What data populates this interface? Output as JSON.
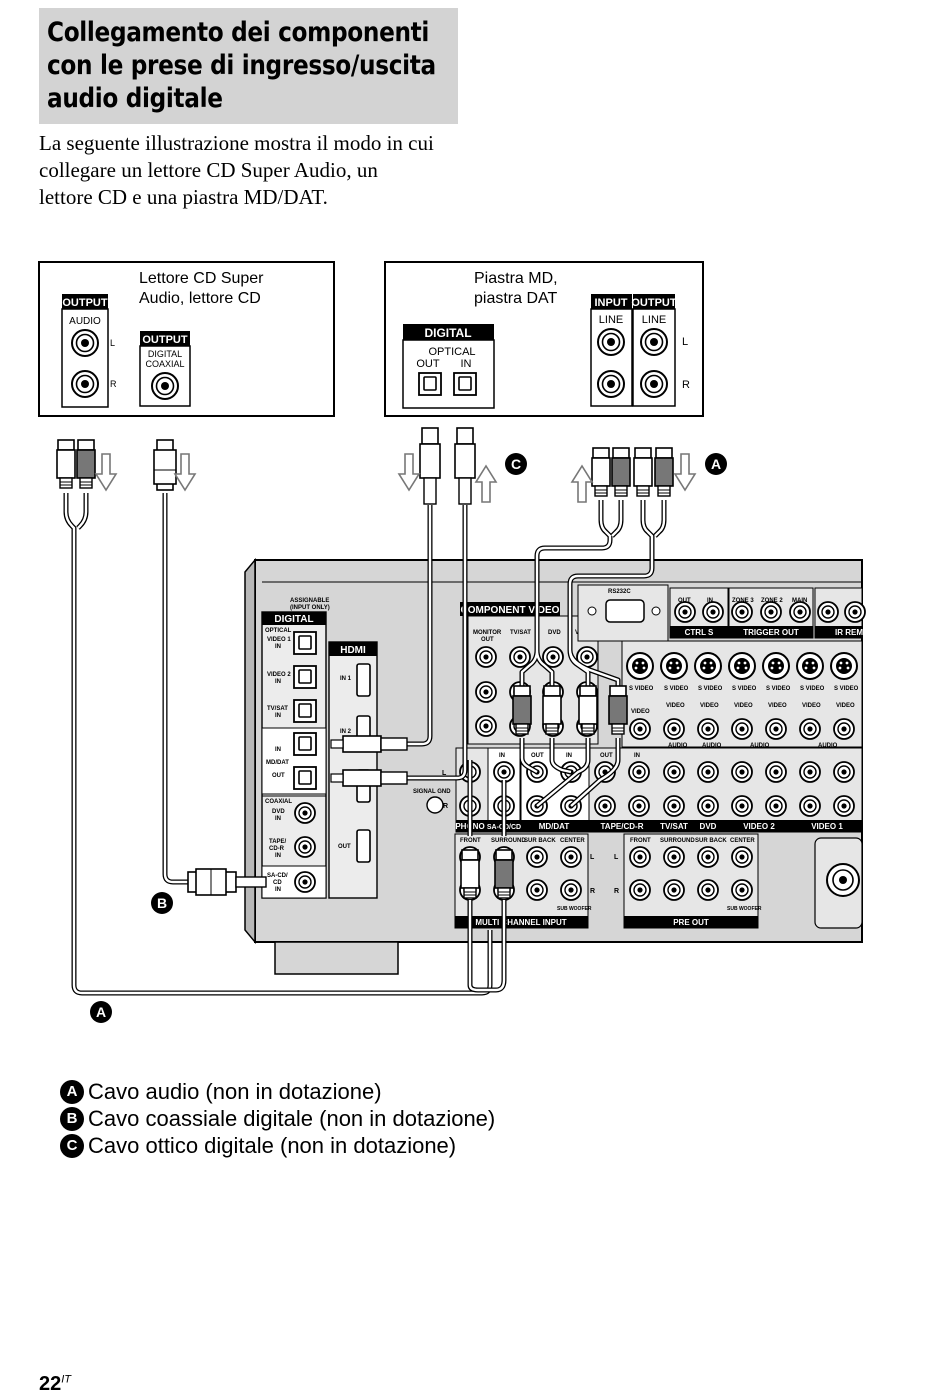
{
  "heading": {
    "line1": "Collegamento dei componenti",
    "line2": "con le prese di ingresso/uscita",
    "line3": "audio digitale"
  },
  "intro": {
    "line1": "La seguente illustrazione mostra il modo in cui",
    "line2": "collegare un lettore CD Super Audio, un",
    "line3": "lettore CD e una piastra MD/DAT."
  },
  "diagram": {
    "cd_player": {
      "title_line1": "Lettore CD Super",
      "title_line2": "Audio, lettore CD",
      "output_label": "OUTPUT",
      "audio_label": "AUDIO",
      "l": "L",
      "r": "R",
      "output2_label": "OUTPUT",
      "digital_label": "DIGITAL",
      "coaxial_label": "COAXIAL"
    },
    "md_deck": {
      "title_line1": "Piastra MD,",
      "title_line2": "piastra DAT",
      "digital_label": "DIGITAL",
      "optical_label": "OPTICAL",
      "out_label": "OUT",
      "in_label": "IN",
      "input_label": "INPUT",
      "output_label": "OUTPUT",
      "line_in": "LINE",
      "line_out": "LINE",
      "l": "L",
      "r": "R"
    },
    "receiver": {
      "assignable": "ASSIGNABLE",
      "input_only": "(INPUT ONLY)",
      "digital": "DIGITAL",
      "optical": "OPTICAL",
      "video1_in": "VIDEO 1",
      "video2_in": "VIDEO 2",
      "tvsat_in": "TV/SAT",
      "in": "IN",
      "mddat": "MD/DAT",
      "out": "OUT",
      "coaxial": "COAXIAL",
      "dvd_in": "DVD",
      "tape": "TAPE/",
      "cdr": "CD-R",
      "sacd": "SA-CD/",
      "cd": "CD",
      "hdmi": "HDMI",
      "hdmi_in1": "IN 1",
      "hdmi_in2": "IN 2",
      "hdmi_out": "OUT",
      "component_video": "COMPONENT VIDEO",
      "monitor_out": "MONITOR",
      "rs232c": "RS232C",
      "ctrl_s": "CTRL S",
      "trigger_out": "TRIGGER OUT",
      "ir_rem": "IR REM",
      "zone3": "ZONE 3",
      "zone2": "ZONE 2",
      "main": "MAIN",
      "phono": "PHONO",
      "sacd_cd": "SA-CD/CD",
      "md_dat": "MD/DAT",
      "tape_cdr": "TAPE/CD-R",
      "tv_sat": "TV/SAT",
      "dvd": "DVD",
      "video2": "VIDEO 2",
      "video1": "VIDEO 1",
      "signal_gnd": "SIGNAL GND",
      "multi_channel_input": "MULTI CHANNEL INPUT",
      "pre_out": "PRE OUT",
      "front": "FRONT",
      "surround": "SURROUND",
      "sur_back": "SUR BACK",
      "center": "CENTER",
      "sub_woofer": "SUB WOOFER",
      "s_video": "S VIDEO",
      "video": "VIDEO",
      "audio": "AUDIO",
      "l": "L",
      "r": "R"
    },
    "markers": {
      "a": "A",
      "b": "B",
      "c": "C"
    }
  },
  "legend": {
    "a_letter": "A",
    "a_text": "Cavo audio (non in dotazione)",
    "b_letter": "B",
    "b_text": "Cavo coassiale digitale (non in dotazione)",
    "c_letter": "C",
    "c_text": "Cavo ottico digitale (non in dotazione)"
  },
  "page": {
    "number": "22",
    "suffix": "IT"
  }
}
